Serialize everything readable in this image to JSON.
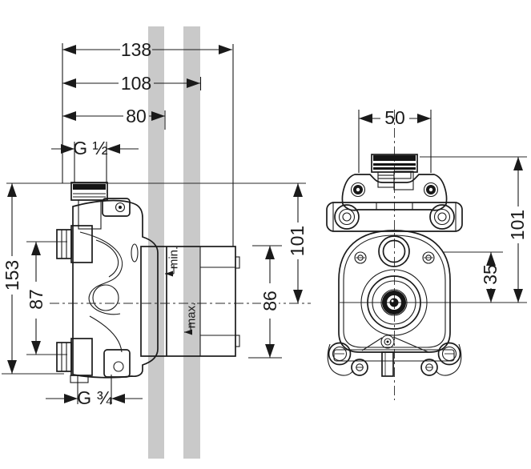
{
  "colors": {
    "line": "#1a1a1a",
    "wall_layer": "#c9c9c9",
    "background": "#ffffff"
  },
  "wall": {
    "layer_count": 2
  },
  "side_view": {
    "dim_depth_overall": "138",
    "dim_depth_mid": "108",
    "dim_depth_inner": "80",
    "thread_top": "G ½",
    "dim_height_overall": "153",
    "dim_port_spacing": "87",
    "thread_bottom": "G ¾",
    "plaster_min": "min.",
    "plaster_max": "max.",
    "dim_height_101": "101",
    "dim_box_height": "86"
  },
  "front_view": {
    "dim_width_top": "50",
    "dim_height_101": "101",
    "dim_center_offset": "35"
  }
}
